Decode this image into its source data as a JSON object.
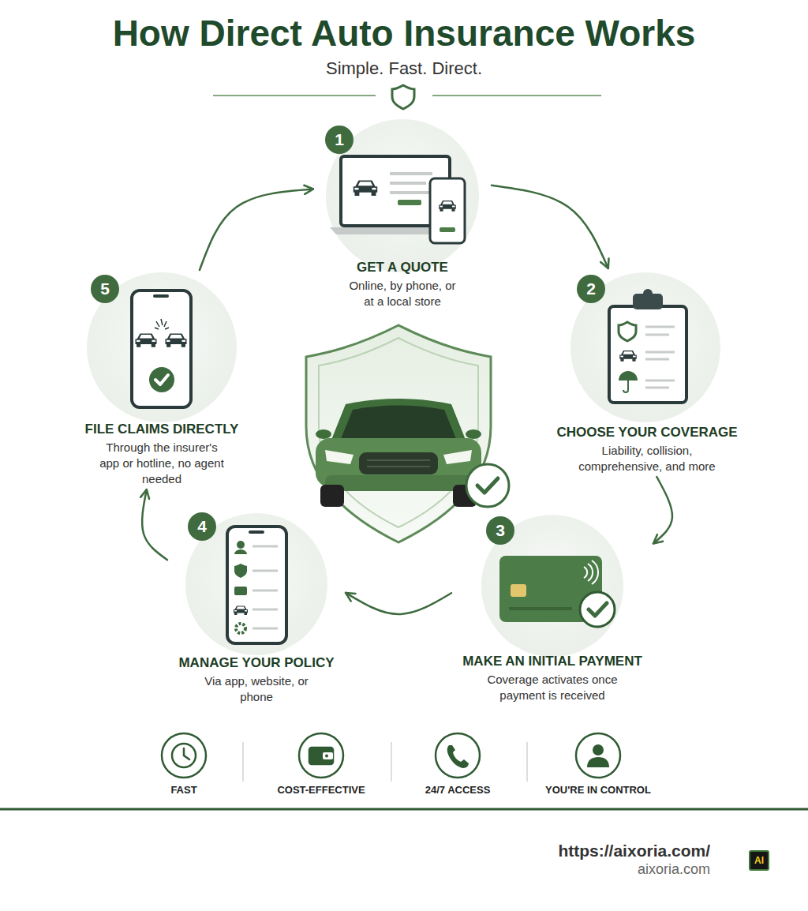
{
  "diagram": {
    "title": "How Direct Auto Insurance Works",
    "nodes": [
      {
        "text": [
          "GET A QUOTE",
          "Online, by phone, or at a local store"
        ]
      },
      {
        "text": [
          "1"
        ],
        "in": 0
      },
      {
        "text": [
          "CHOOSE YOUR COVERAGE",
          "Liability, collision, comprehensive, and more"
        ]
      },
      {
        "text": [
          "2"
        ],
        "in": 2
      },
      {
        "text": [
          "MAKE AN INITIAL PAYMENT",
          "Coverage activates once payment is received"
        ]
      },
      {
        "text": [
          "3"
        ],
        "in": 4
      },
      {
        "text": [
          "MANAGE YOUR POLICY",
          "Via app, website, or phone"
        ]
      },
      {
        "text": [
          "4"
        ],
        "in": 6
      },
      {
        "text": [
          "FILE CLAIMS DIRECTLY",
          "Through the insurer's app or hotline, no agent needed"
        ]
      },
      {
        "text": [
          "5"
        ],
        "in": 8
      },
      {
        "text": [
          "AI"
        ]
      }
    ],
    "edges": [
      {
        "from": 0,
        "to": 2,
        "arrow": "to"
      },
      {
        "from": 2,
        "to": 4,
        "arrow": "to"
      },
      {
        "from": 4,
        "to": 6,
        "arrow": "to"
      },
      {
        "from": 6,
        "to": 8,
        "arrow": "to"
      },
      {
        "from": 8,
        "to": 0,
        "arrow": "to"
      }
    ],
    "labels": [
      "Simple. Fast. Direct.",
      "FAST",
      "COST-EFFECTIVE",
      "24/7 ACCESS",
      "YOU'RE IN CONTROL",
      "https://aixoria.com/",
      "aixoria.com"
    ]
  }
}
